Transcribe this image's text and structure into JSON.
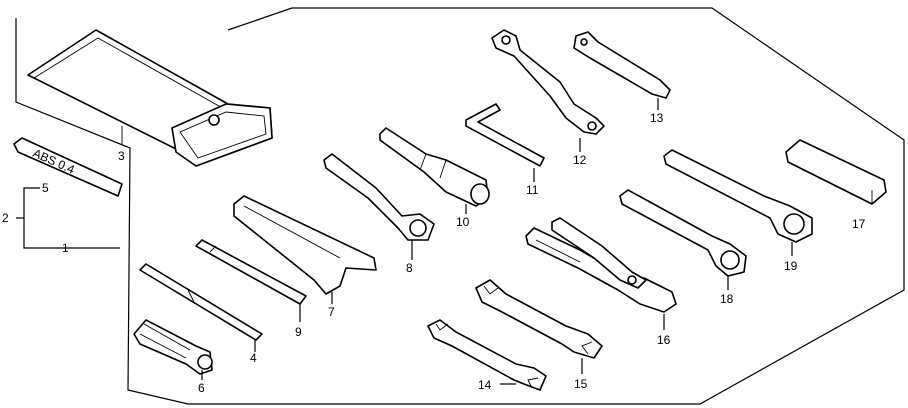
{
  "diagram": {
    "callouts": {
      "p1": "1",
      "p2": "2",
      "p3": "3",
      "p4": "4",
      "p5": "5",
      "p6": "6",
      "p7": "7",
      "p8": "8",
      "p9": "9",
      "p10": "10",
      "p11": "11",
      "p12": "12",
      "p13": "13",
      "p14": "14",
      "p15": "15",
      "p16": "16",
      "p17": "17",
      "p18": "18",
      "p19": "19"
    },
    "plate_text": "ABS 0.4"
  }
}
